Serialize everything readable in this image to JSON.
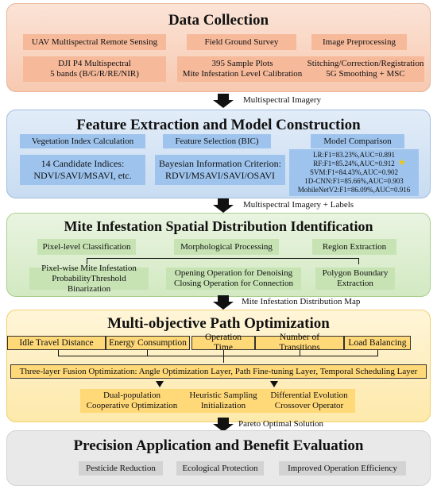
{
  "stage1": {
    "title": "Data Collection",
    "col1_head": "UAV Multispectral Remote Sensing",
    "col2_head": "Field Ground Survey",
    "col3_head": "Image Preprocessing",
    "col1_body": "DJI P4 Multispectral\n5 bands (B/G/R/RE/NIR)",
    "col2_body": "395 Sample Plots\nMite Infestation Level Calibration",
    "col3_body": "Stitching/Correction/Registration\n5G Smoothing + MSC"
  },
  "arrow1_label": "Multispectral Imagery",
  "stage2": {
    "title": "Feature Extraction and Model Construction",
    "col1_head": "Vegetation Index Calculation",
    "col2_head": "Feature Selection (BIC)",
    "col3_head": "Model Comparison",
    "col1_body": "14 Candidate Indices:\nNDVI/SAVI/MSAVI, etc.",
    "col2_body": "Bayesian Information Criterion:\nRDVI/MSAVI/SAVI/OSAVI",
    "models": [
      "LR:F1=83.23%,AUC=0.891",
      "RF:F1=85.24%,AUC=0.912",
      "SVM:F1=84.43%,AUC=0.902",
      "1D-CNN:F1=85.66%,AUC=0.903",
      "MobileNetV2:F1=86.09%,AUC=0.916"
    ],
    "star_icon": "star-icon"
  },
  "arrow2_label": "Multispectral Imagery + Labels",
  "stage3": {
    "title": "Mite Infestation Spatial Distribution Identification",
    "col1_head": "Pixel-level Classification",
    "col2_head": "Morphological Processing",
    "col3_head": "Region Extraction",
    "col1_body": "Pixel-wise Mite Infestation\nProbabilityThreshold Binarization",
    "col2_body": "Opening Operation for Denoising\nClosing Operation for Connection",
    "col3_body": "Polygon Boundary\nExtraction"
  },
  "arrow3_label": "Mite Infestation Distribution Map",
  "stage4": {
    "title": "Multi-objective Path Optimization",
    "objectives": [
      "Idle Travel Distance",
      "Energy Consumption",
      "Operation Time",
      "Number of Transitions",
      "Load Balancing"
    ],
    "fusion": "Three-layer Fusion Optimization: Angle Optimization Layer, Path Fine-tuning Layer, Temporal Scheduling Layer",
    "methods": [
      "Dual-population\nCooperative Optimization",
      "Heuristic Sampling\nInitialization",
      "Differential Evolution\nCrossover Operator"
    ]
  },
  "arrow4_label": "Pareto Optimal Solution",
  "stage5": {
    "title": "Precision Application and Benefit Evaluation",
    "outcomes": [
      "Pesticide Reduction",
      "Ecological Protection",
      "Improved Operation Efficiency"
    ]
  },
  "colors": {
    "stage1": "#f7c9b1",
    "stage2": "#c8dcf1",
    "stage3": "#d2e9c2",
    "stage4": "#fde9ab",
    "stage5": "#e9e9e9"
  }
}
